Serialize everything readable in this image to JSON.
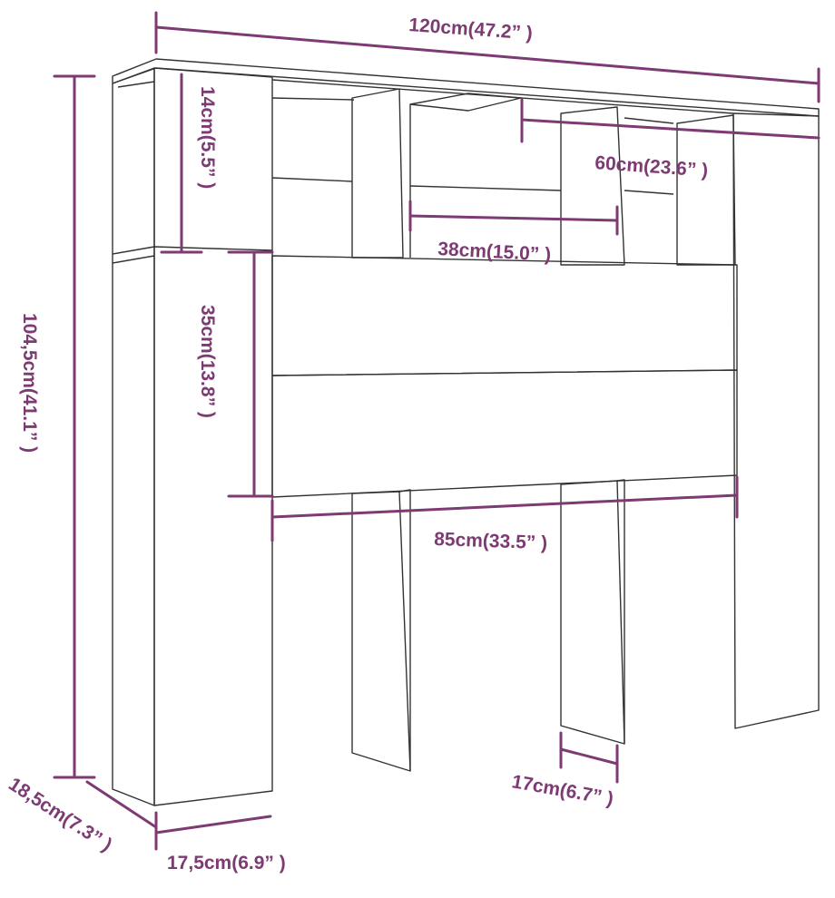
{
  "dimensions": {
    "width_total": "120cm(47.2” )",
    "inner_depth": "60cm(23.6” )",
    "top_compartment_height": "14cm(5.5” )",
    "shelf_width": "38cm(15.0” )",
    "total_height": "104,5cm(41.1” )",
    "panel_height": "35cm(13.8” )",
    "inner_width": "85cm(33.5” )",
    "leg_width": "17cm(6.7” )",
    "depth": "18,5cm(7.3” )",
    "side_width": "17,5cm(6.9” )"
  },
  "colors": {
    "dimension": "#7d3a73",
    "outline": "#333333"
  }
}
